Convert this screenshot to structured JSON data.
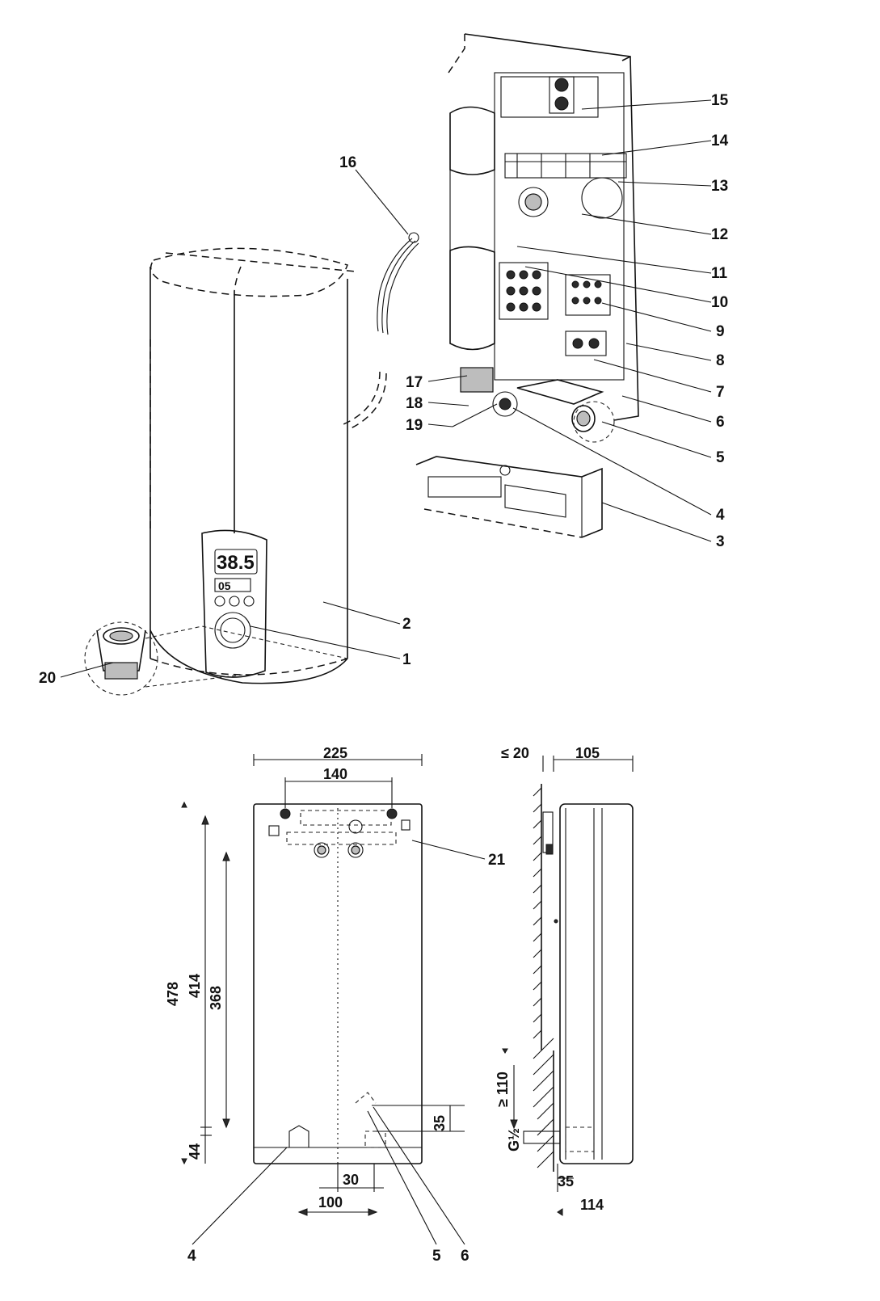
{
  "callouts": {
    "c1": "1",
    "c2": "2",
    "c3": "3",
    "c4": "4",
    "c5": "5",
    "c6": "6",
    "c7": "7",
    "c8": "8",
    "c9": "9",
    "c10": "10",
    "c11": "11",
    "c12": "12",
    "c13": "13",
    "c14": "14",
    "c15": "15",
    "c16": "16",
    "c17": "17",
    "c18": "18",
    "c19": "19",
    "c20": "20",
    "c21": "21",
    "c4b": "4",
    "c5b": "5",
    "c6b": "6"
  },
  "display": {
    "temperature": "38.5",
    "flow": "05"
  },
  "dimensions": {
    "width_total": "225",
    "bracket_spacing": "140",
    "wall_gap": "≤ 20",
    "depth": "105",
    "height_total": "478",
    "height_bracket": "414",
    "height_inner": "368",
    "bottom_offset": "44",
    "connection_offset_v": "35",
    "connection_spacing": "30",
    "connection_from_side": "100",
    "min_clearance": "≥ 110",
    "thread": "G½",
    "pipe_protrusion": "35",
    "side_depth": "114"
  }
}
